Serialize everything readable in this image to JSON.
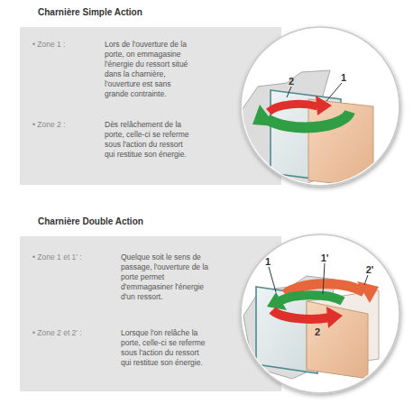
{
  "diagram": {
    "nodes": [
      {
        "text": [
          "Charnière Simple Action"
        ]
      },
      {
        "text": [
          "• Zone 1 :",
          "Lors de l'ouverture de la porte, on emmagasine l'énergie du ressort situé dans la charnière, l'ouverture est sans grande contrainte."
        ],
        "in": 0
      },
      {
        "text": [
          "• Zone 2 :",
          "Dès relâchement de la porte, celle-ci se referme sous l'action du ressort qui restitue son énergie."
        ],
        "in": 0
      },
      {
        "text": [
          "Charnière Double Action"
        ]
      },
      {
        "text": [
          "• Zone 1 et 1' :",
          "Quelque soit le sens de passage, l'ouverture de la porte permet d'emmagasiner l'énergie d'un ressort."
        ],
        "in": 3
      },
      {
        "text": [
          "• Zone 2 et 2' :",
          "Lorsque l'on relâche la porte, celle-ci se referme sous l'action du ressort qui restitue son énergie."
        ],
        "in": 3
      }
    ],
    "labels": [
      "2",
      "1",
      "1",
      "1'",
      "2'",
      "2"
    ]
  }
}
